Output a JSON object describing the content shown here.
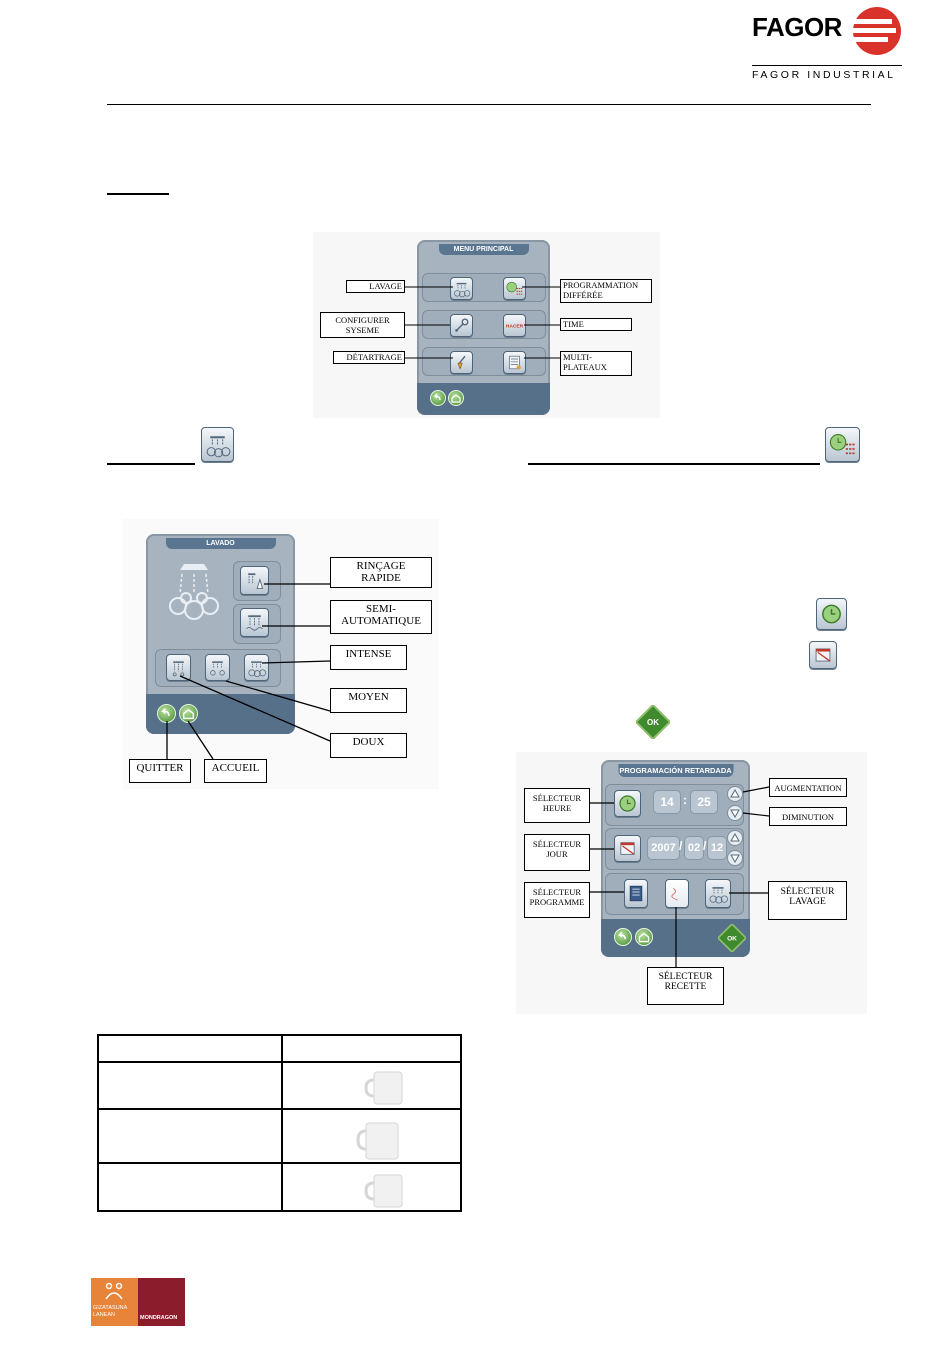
{
  "header": {
    "brand_name": "FAGOR",
    "brand_subtitle": "FAGOR INDUSTRIAL"
  },
  "menu_principal": {
    "screen_title": "MENU PRINCIPAL",
    "hacer_icon_text": "HACER",
    "labels": {
      "lavage": "LAVAGE",
      "programmation_line1": "PROGRAMMATION",
      "programmation_line2": "DIFFÉRÉE",
      "configurer_line1": "CONFIGURER",
      "configurer_line2": "SYSEME",
      "time": "TIME",
      "detartrage": "DÉTARTRAGE",
      "multi_line1": "MULTI-",
      "multi_line2": "PLATEAUX"
    }
  },
  "lavado": {
    "screen_title": "LAVADO",
    "labels": {
      "rincage_line1": "RINÇAGE",
      "rincage_line2": "RAPIDE",
      "semi_line1": "SEMI-",
      "semi_line2": "AUTOMATIQUE",
      "intense": "INTENSE",
      "moyen": "MOYEN",
      "doux": "DOUX",
      "quitter": "QUITTER",
      "accueil": "ACCUEIL"
    }
  },
  "ok_icon_text": "OK",
  "programacion": {
    "screen_title": "PROGRAMACIÓN RETARDADA",
    "hour": "14",
    "minute": "25",
    "time_separator": ":",
    "year": "2007",
    "month": "02",
    "day": "12",
    "date_separator": "/",
    "labels": {
      "selecteur_heure_line1": "SÉLECTEUR",
      "selecteur_heure_line2": "HEURE",
      "selecteur_jour_line1": "SÉLECTEUR",
      "selecteur_jour_line2": "JOUR",
      "selecteur_programme_line1": "SÉLECTEUR",
      "selecteur_programme_line2": "PROGRAMME",
      "augmentation": "AUGMENTATION",
      "diminution": "DIMINUTION",
      "selecteur_lavage_line1": "SÉLECTEUR",
      "selecteur_lavage_line2": "LAVAGE",
      "selecteur_recette_line1": "SÉLECTEUR",
      "selecteur_recette_line2": "RECETTE"
    }
  },
  "colors": {
    "brand_red": "#d8322a",
    "device_grey": "#a7b4bf",
    "device_navy": "#56708a",
    "ok_green": "#3f8a2d",
    "footer_orange": "#e8833a",
    "footer_maroon": "#8b1c2c"
  },
  "footer": {
    "left_logo_line1": "GIZATASUNA",
    "left_logo_line2": "LANEAN",
    "right_logo_text": "MONDRAGON"
  }
}
